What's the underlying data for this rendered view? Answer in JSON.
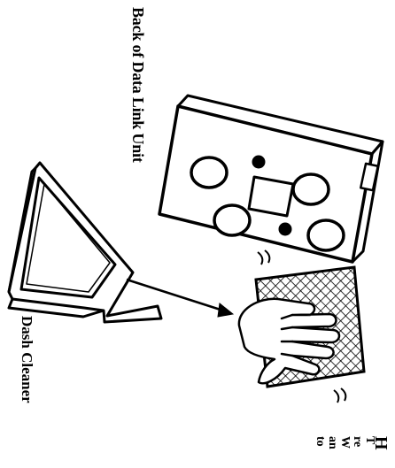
{
  "labels": {
    "back_of_unit": "Back of Data Link Unit",
    "dash_cleaner": "Dash Cleaner"
  },
  "body": {
    "heading": "H",
    "lines": [
      "T",
      "re",
      "W",
      "an",
      "to"
    ]
  },
  "icons": {
    "unit": "data-link-unit-back",
    "cloth": "cleaning-cloth",
    "hand": "hand",
    "bottle": "dash-cleaner-tray",
    "arrow": "pointer-arrow",
    "motion": "wiping-motion-lines"
  },
  "colors": {
    "ink": "#000000",
    "paper": "#ffffff"
  }
}
